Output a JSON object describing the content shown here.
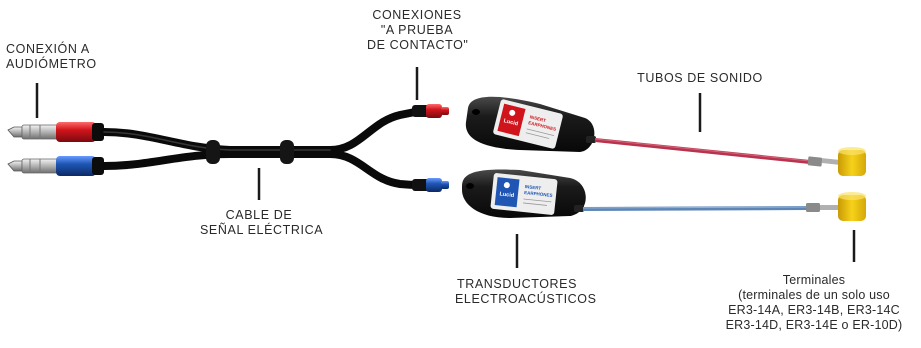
{
  "labels": {
    "audiometer": [
      "CONEXIÓN A",
      "AUDIÓMETRO"
    ],
    "connectors": [
      "CONEXIONES",
      "\"A PRUEBA",
      "DE CONTACTO\""
    ],
    "sound_tubes": [
      "TUBOS DE SONIDO"
    ],
    "signal_cable": [
      "CABLE DE",
      "SEÑAL ELÉCTRICA"
    ],
    "transducers": [
      "TRANSDUCTORES",
      "ELECTROACÚSTICOS"
    ],
    "terminals": [
      "Terminales",
      "(terminales de un solo uso",
      "ER3-14A, ER3-14B, ER3-14C",
      "ER3-14D, ER3-14E o ER-10D)"
    ]
  },
  "transducer_print": {
    "brand": "Lucid",
    "product": [
      "INSERT",
      "EARPHONES"
    ]
  },
  "colors": {
    "red": "#d0141c",
    "blue": "#1f56b4",
    "cable": "#1a1a1a",
    "tube_red": "#b8344e",
    "tube_blue": "#5d86b6",
    "foam_tip": "#f2c70c",
    "label_text": "#2a2a2a"
  }
}
